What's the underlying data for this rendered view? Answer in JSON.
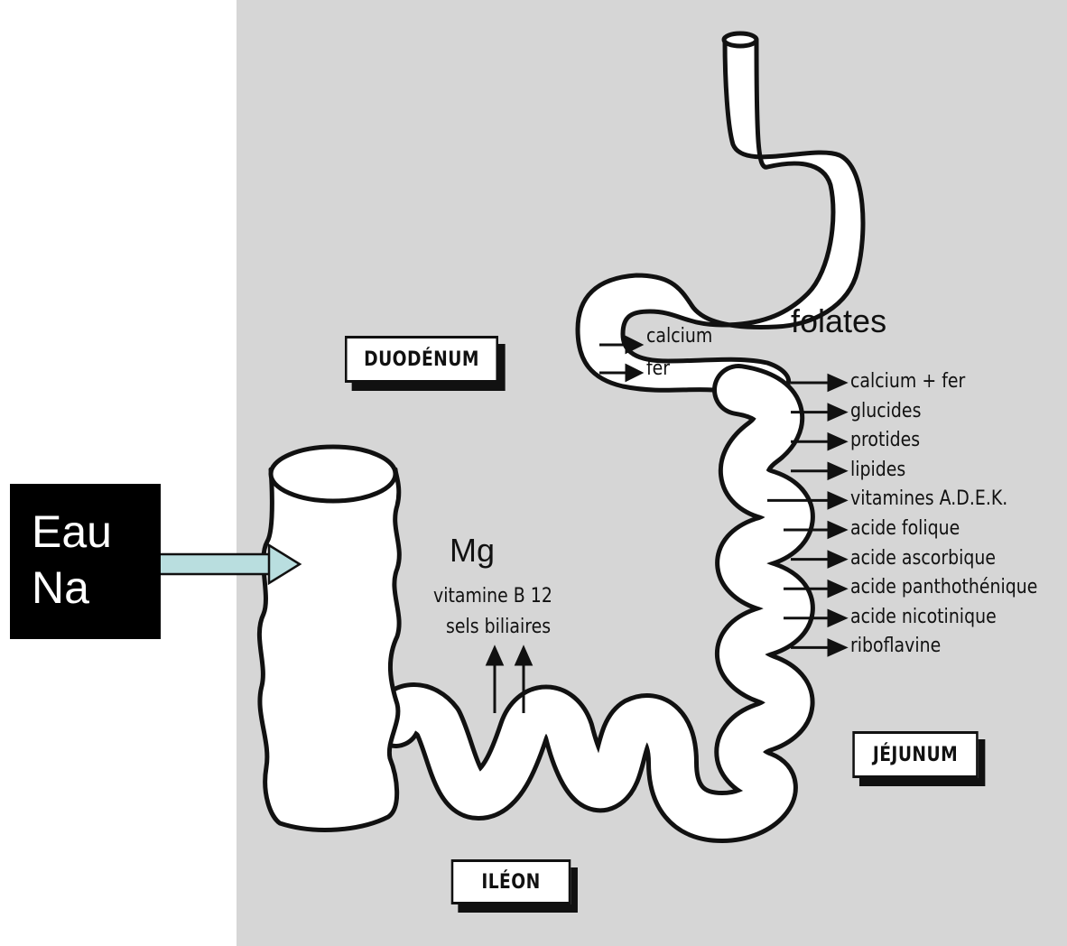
{
  "segments": {
    "duodenum": "DUODÉNUM",
    "jejunum": "JÉJUNUM",
    "ileon": "ILÉON"
  },
  "duodenum_absorption": [
    "calcium",
    "fer"
  ],
  "jejunum_absorption": [
    "calcium + fer",
    "glucides",
    "protides",
    "lipides",
    "vitamines A.D.E.K.",
    "acide folique",
    "acide ascorbique",
    "acide panthothénique",
    "acide nicotinique",
    "riboflavine"
  ],
  "ileon_absorption": [
    "vitamine B 12",
    "sels biliaires"
  ],
  "annotations": {
    "folates": "folates",
    "mg": "Mg",
    "colon_box": [
      "Eau",
      "Na"
    ]
  },
  "colors": {
    "background": "#d6d6d6",
    "organ_fill": "#ffffff",
    "outline": "#111111",
    "colon_arrow": "#b9dedf",
    "colon_box": "#000000"
  }
}
